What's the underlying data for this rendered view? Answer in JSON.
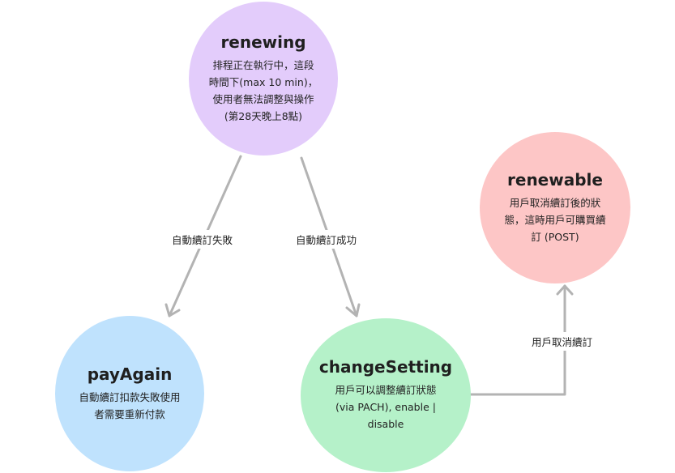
{
  "nodes": {
    "renewing": {
      "title": "renewing",
      "desc": "排程正在執行中，這段\n時間下(max 10 min)，\n使用者無法調整與操作\n(第28天晚上8點)",
      "color": "#e3ccfb"
    },
    "renewable": {
      "title": "renewable",
      "desc": "用戶取消續訂後的狀\n態，這時用戶可購買續\n訂 (POST)",
      "color": "#fdc6c6"
    },
    "payAgain": {
      "title": "payAgain",
      "desc": "自動續訂扣款失敗使用\n者需要重新付款",
      "color": "#bfe2fd"
    },
    "changeSetting": {
      "title": "changeSetting",
      "desc": "用戶可以調整續訂狀態\n(via PACH), enable |\ndisable",
      "color": "#b5f1c9"
    }
  },
  "edges": {
    "renewal_failed": "自動續訂失敗",
    "renewal_success": "自動續訂成功",
    "cancel_renewal": "用戶取消續訂"
  },
  "edge_color": "#b3b3b3"
}
